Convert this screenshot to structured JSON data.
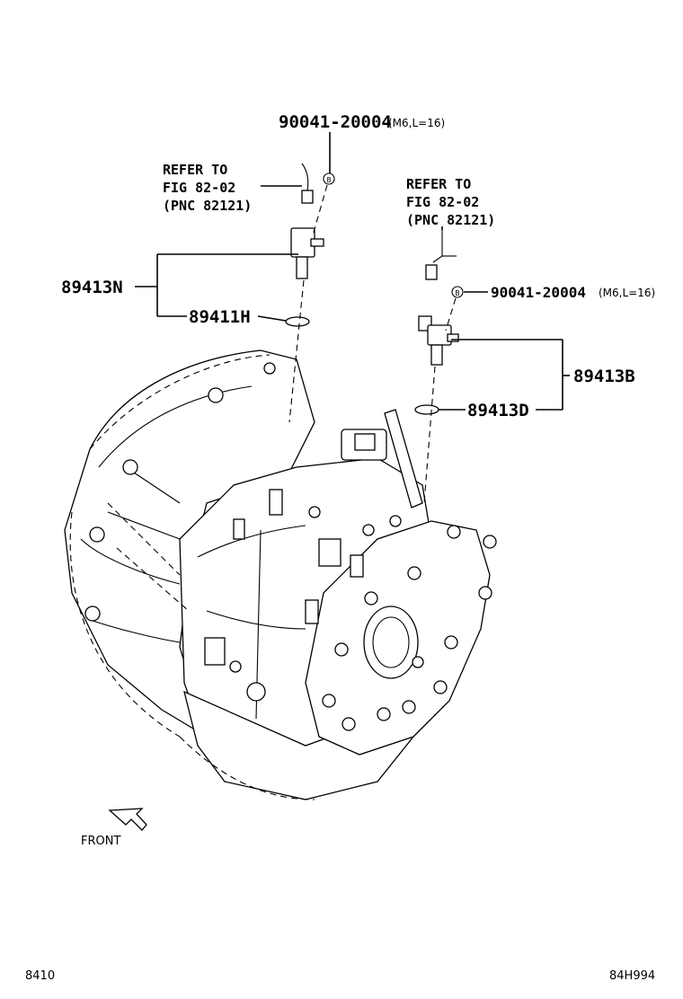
{
  "diagram": {
    "callouts": {
      "bolt_top": {
        "part_no": "90041-20004",
        "spec": "(M6,L=16)"
      },
      "bolt_right": {
        "part_no": "90041-20004",
        "spec": "(M6,L=16)"
      },
      "sensor_left": {
        "part_no": "89413N"
      },
      "oring_left": {
        "part_no": "89411H"
      },
      "sensor_right": {
        "part_no": "89413B"
      },
      "oring_right": {
        "part_no": "89413D"
      }
    },
    "references": {
      "left": {
        "line1": "REFER TO",
        "line2": "FIG 82-02",
        "line3": "(PNC 82121)"
      },
      "right": {
        "line1": "REFER TO",
        "line2": "FIG 82-02",
        "line3": "(PNC 82121)"
      }
    },
    "bolt_marker": "B",
    "front_label": "FRONT"
  },
  "footer": {
    "left_code": "8410",
    "right_code": "84H994"
  }
}
